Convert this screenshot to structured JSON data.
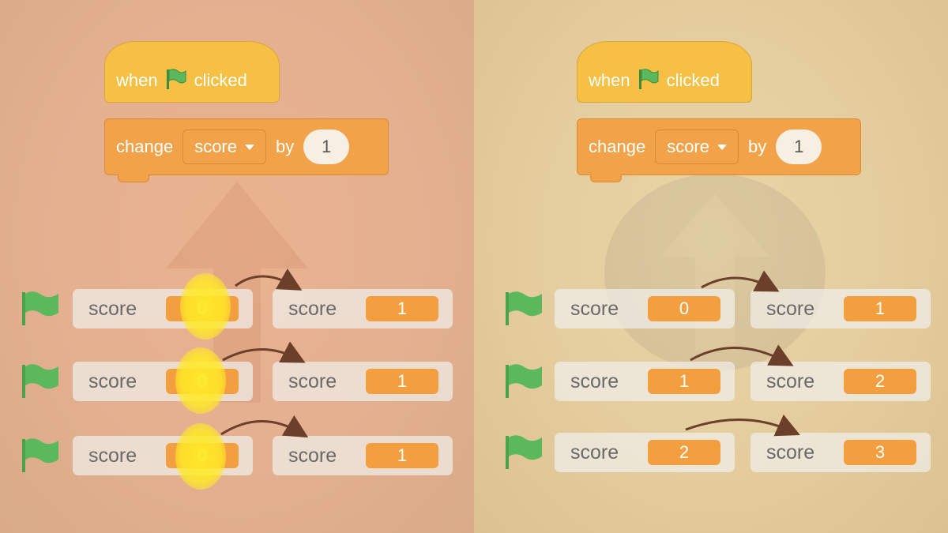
{
  "left": {
    "hat": {
      "when": "when",
      "clicked": "clicked"
    },
    "command": {
      "change": "change",
      "variable": "score",
      "by": "by",
      "amount": "1"
    },
    "rows": [
      {
        "before_label": "score",
        "before_value": "0",
        "after_label": "score",
        "after_value": "1"
      },
      {
        "before_label": "score",
        "before_value": "0",
        "after_label": "score",
        "after_value": "1"
      },
      {
        "before_label": "score",
        "before_value": "0",
        "after_label": "score",
        "after_value": "1"
      }
    ]
  },
  "right": {
    "hat": {
      "when": "when",
      "clicked": "clicked"
    },
    "command": {
      "change": "change",
      "variable": "score",
      "by": "by",
      "amount": "1"
    },
    "rows": [
      {
        "before_label": "score",
        "before_value": "0",
        "after_label": "score",
        "after_value": "1"
      },
      {
        "before_label": "score",
        "before_value": "1",
        "after_label": "score",
        "after_value": "2"
      },
      {
        "before_label": "score",
        "before_value": "2",
        "after_label": "score",
        "after_value": "3"
      }
    ]
  },
  "colors": {
    "left_bg": "#e3b090",
    "right_bg": "#e4cc9d",
    "event_block": "#f5c044",
    "variable_block": "#f2a34a",
    "flag_green": "#5cb85c",
    "highlight": "#ffe828",
    "arrow": "#6b3f2a"
  }
}
